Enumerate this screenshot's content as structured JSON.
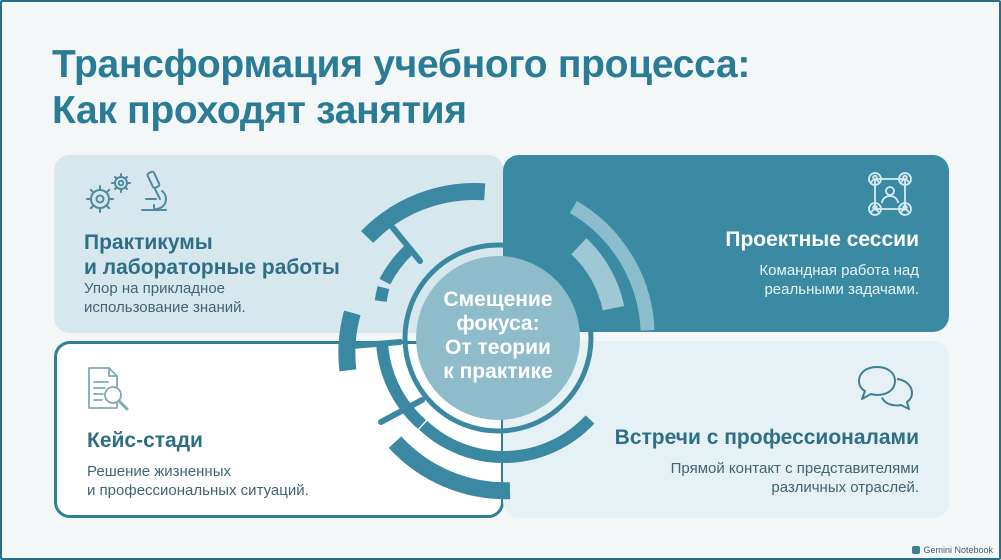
{
  "title": {
    "line1": "Трансформация учебного процесса:",
    "line2": "Как проходят занятия"
  },
  "center": {
    "line1": "Смещение",
    "line2": "фокуса:",
    "line3": "От теории",
    "line4": "к практике"
  },
  "cards": {
    "workshops": {
      "heading1": "Практикумы",
      "heading2": "и лабораторные работы",
      "desc1": "Упор на прикладное",
      "desc2": "использование знаний.",
      "icons": [
        "gears-icon",
        "microscope-icon"
      ]
    },
    "projects": {
      "heading1": "Проектные сессии",
      "desc1": "Командная работа над",
      "desc2": "реальными задачами.",
      "icons": [
        "team-network-icon"
      ]
    },
    "cases": {
      "heading1": "Кейс-стади",
      "desc1": "Решение жизненных",
      "desc2": "и профессиональных ситуаций.",
      "icons": [
        "document-search-icon"
      ]
    },
    "meetings": {
      "heading1": "Встречи с профессионалами",
      "desc1": "Прямой контакт с представителями",
      "desc2": "различных отраслей.",
      "icons": [
        "chat-bubbles-icon"
      ]
    }
  },
  "brand": {
    "label": "Gemini Notebook"
  },
  "colors": {
    "accent": "#2a7b96",
    "dark_card": "#3a8aa3",
    "light_card": "#d6e8ee",
    "pale_card": "#e5f1f4",
    "center_disc": "#8fbcca"
  }
}
